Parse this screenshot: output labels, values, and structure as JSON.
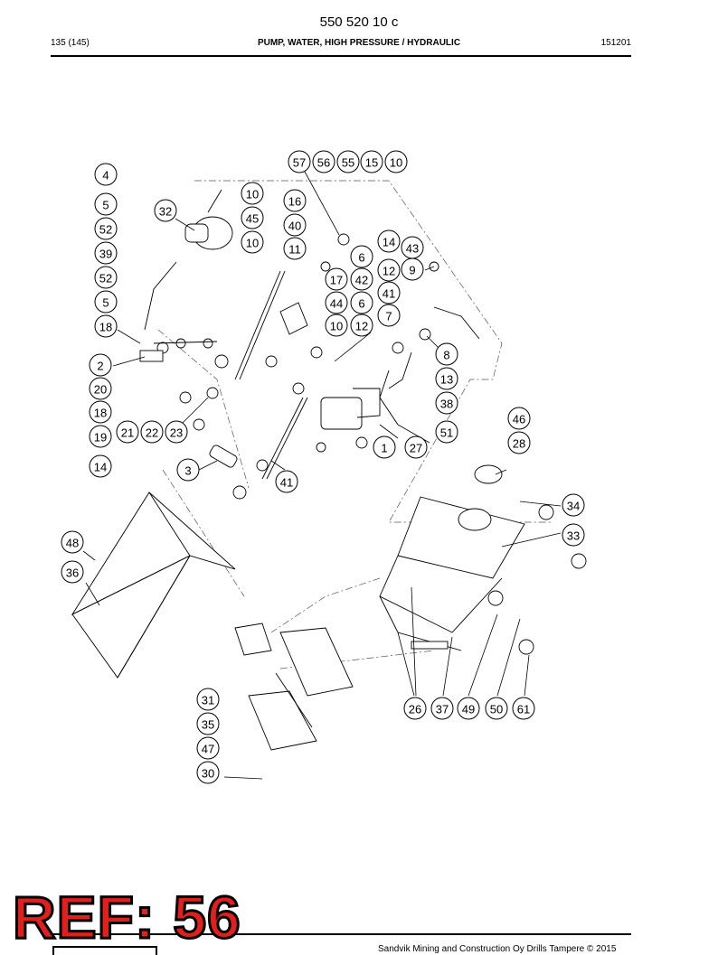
{
  "header": {
    "doc_number": "550 520 10 c",
    "page": "135 (145)",
    "title": "PUMP, WATER, HIGH PRESSURE / HYDRAULIC",
    "code": "151201"
  },
  "footer": {
    "text": "Sandvik Mining and Construction Oy Drills Tampere © 2015"
  },
  "stamp": {
    "text": "REF: 56",
    "color": "#e0201c"
  },
  "callouts": [
    "57",
    "56",
    "55",
    "15",
    "10",
    "4",
    "5",
    "52",
    "39",
    "52",
    "5",
    "18",
    "2",
    "20",
    "18",
    "19",
    "14",
    "32",
    "10",
    "45",
    "10",
    "16",
    "40",
    "11",
    "6",
    "14",
    "43",
    "12",
    "9",
    "17",
    "42",
    "44",
    "6",
    "41",
    "10",
    "12",
    "7",
    "8",
    "13",
    "38",
    "51",
    "46",
    "28",
    "21",
    "22",
    "23",
    "3",
    "41",
    "1",
    "27",
    "34",
    "33",
    "48",
    "36",
    "31",
    "35",
    "47",
    "30",
    "26",
    "37",
    "49",
    "50",
    "61"
  ]
}
